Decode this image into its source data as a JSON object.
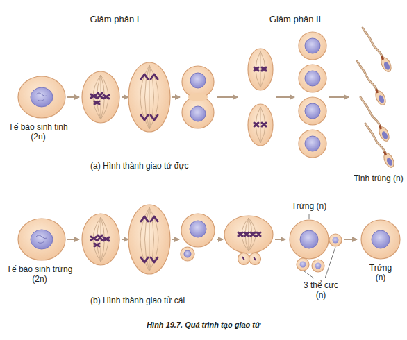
{
  "diagram": {
    "caption": "Hình 19.7. Quá trình tạo giao tử",
    "labels": [
      "Giảm phân I",
      "Giảm phân II",
      "Tế bào sinh tinh (2n)",
      "(a) Hình thành giao tử đực",
      "Tinh trùng (n)",
      "Trứng (n)",
      "Tế bào sinh trứng (2n)",
      "3 thể cực (n)",
      "Trứng (n)",
      "(b) Hình thành giao tử cái"
    ]
  }
}
